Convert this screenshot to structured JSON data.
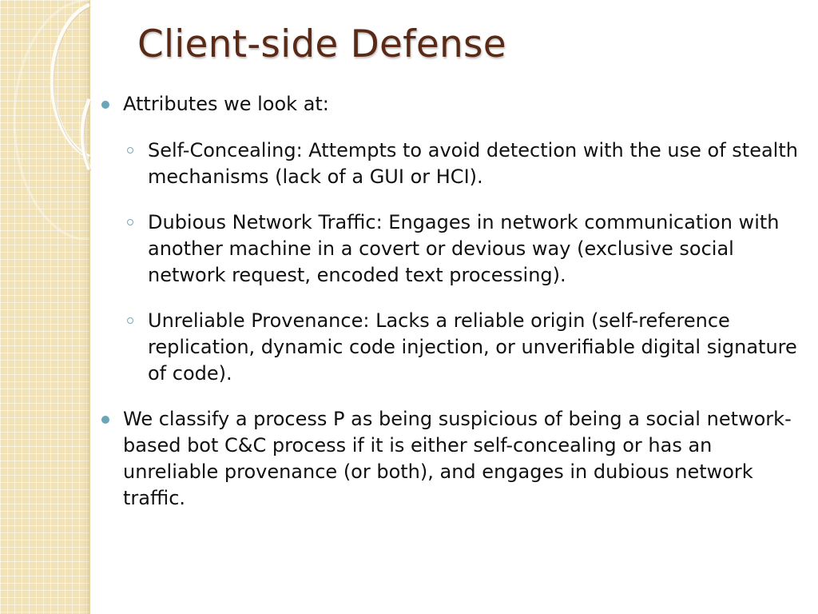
{
  "slide": {
    "title": "Client-side Defense",
    "bullets": [
      {
        "text": "Attributes we look at:",
        "subbullets": [
          {
            "text": "Self-Concealing:  Attempts to avoid detection with the use of stealth mechanisms (lack of a GUI or HCI)."
          },
          {
            "text": "Dubious Network Traffic:  Engages in network communication with another machine in a covert or devious way (exclusive social network request, encoded text processing)."
          },
          {
            "text": "Unreliable Provenance:  Lacks a reliable origin (self-reference replication, dynamic code injection, or unverifiable digital signature of code)."
          }
        ]
      },
      {
        "text": "We classify a process P as being suspicious of being a social network-based bot C&C process if it is either self-concealing or has an unreliable provenance (or both), and engages in dubious network traffic."
      }
    ]
  },
  "colors": {
    "title": "#5a2a17",
    "sidebar": "#f1e2b8",
    "bullet": "#6aa6b8",
    "text": "#111111"
  }
}
